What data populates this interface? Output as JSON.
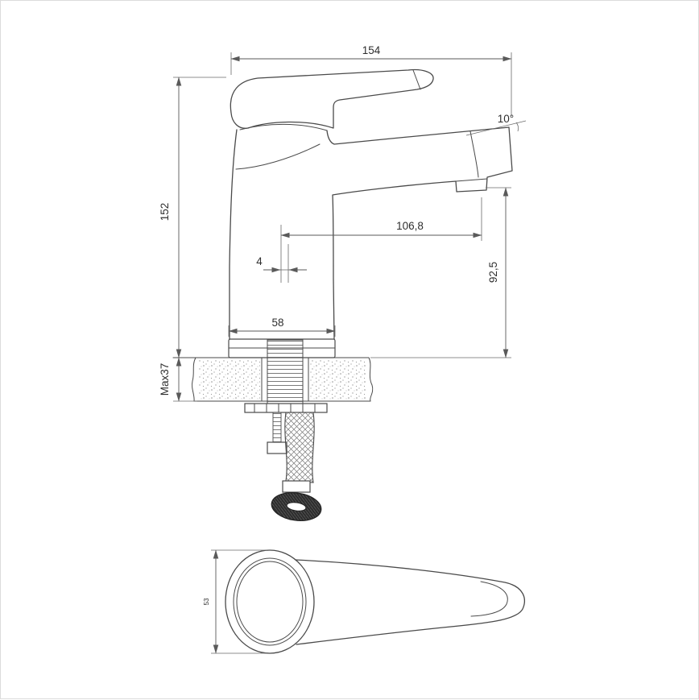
{
  "page": {
    "background": "#ffffff"
  },
  "colors": {
    "outline": "#4a4a4a",
    "dimension_line": "#5a5a5a",
    "dimension_text": "#2e2e2e",
    "counter_stipple": "#8f8f8f",
    "dark_nut": "#2b2b2b"
  },
  "dims": {
    "width_total": "154",
    "height_total": "152",
    "spout_reach": "106,8",
    "axis_offset": "4",
    "outlet_height": "92,5",
    "base_width": "58",
    "max_mount_thickness": "Max37",
    "spout_angle": "10°",
    "handle_width": "53"
  }
}
